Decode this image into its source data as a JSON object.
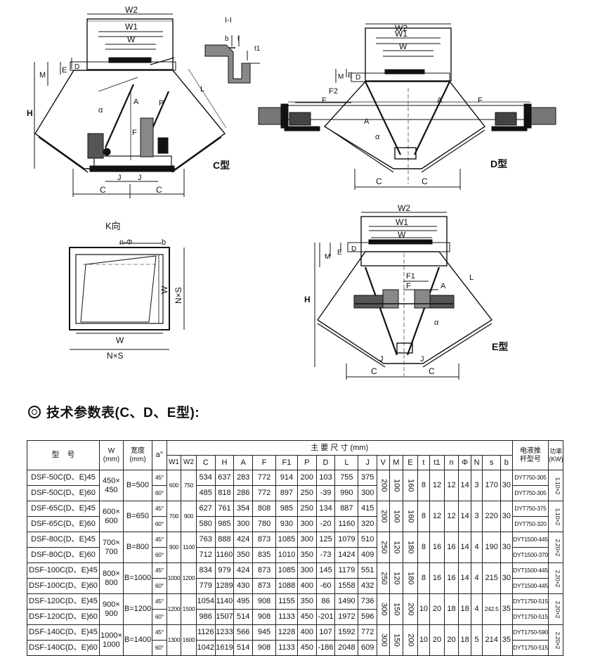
{
  "diagrams": {
    "top_left": {
      "caption": "C型",
      "dims": [
        "W2",
        "W1",
        "W",
        "D",
        "E",
        "M",
        "H",
        "L",
        "α",
        "A",
        "P",
        "F",
        "J",
        "J",
        "C",
        "C"
      ]
    },
    "section": {
      "title": "I-I",
      "dims": [
        "b",
        "t",
        "t1"
      ]
    },
    "top_right": {
      "caption": "D型",
      "dims": [
        "W2",
        "W1",
        "W",
        "D",
        "E",
        "M",
        "F2",
        "F",
        "F",
        "A",
        "A",
        "α",
        "C",
        "C"
      ]
    },
    "bottom_left": {
      "title": "K向",
      "dims": [
        "n-Φ",
        "b",
        "W",
        "N×S",
        "W",
        "N×S"
      ]
    },
    "bottom_right": {
      "caption": "E型",
      "dims": [
        "W2",
        "W1",
        "W",
        "D",
        "E",
        "M",
        "H",
        "L",
        "F1",
        "F",
        "A",
        "α",
        "J",
        "J",
        "C",
        "C"
      ]
    }
  },
  "heading": "技术参数表(C、D、E型):",
  "table": {
    "headers": {
      "model": "型　号",
      "W": "W\n(mm)",
      "width": "宽度\n(mm)",
      "alpha": "a°",
      "main": "主 要 尺 寸 (mm)",
      "W1": "W1",
      "W2": "W2",
      "C": "C",
      "H": "H",
      "A": "A",
      "F": "F",
      "F1": "F1",
      "P": "P",
      "D": "D",
      "L": "L",
      "J": "J",
      "V": "V",
      "M": "M",
      "E": "E",
      "t": "t",
      "t1": "t1",
      "n": "n",
      "phi": "Φ",
      "N": "N",
      "s": "s",
      "b": "b",
      "actuator": "电液推\n杆型号",
      "power": "功率\n(KW)"
    },
    "groups": [
      {
        "w": "450×\n450",
        "width": "B=500",
        "W1": "600",
        "W2": "750",
        "V": "200",
        "M": "100",
        "E": "160",
        "t": "8",
        "t1": "12",
        "n": "12",
        "phi": "14",
        "N": "3",
        "s": "170",
        "b": "30",
        "power": "1.10×2",
        "rows": [
          {
            "model": "DSF-50C(D、E)45",
            "a": "45°",
            "C": "534",
            "H": "637",
            "A": "283",
            "F": "772",
            "F1": "914",
            "P": "200",
            "D": "103",
            "L": "755",
            "J": "375",
            "act": "DYT750-305"
          },
          {
            "model": "DSF-50C(D、E)60",
            "a": "60°",
            "C": "485",
            "H": "818",
            "A": "286",
            "F": "772",
            "F1": "897",
            "P": "250",
            "D": "-39",
            "L": "990",
            "J": "300",
            "act": "DYT750-305"
          }
        ]
      },
      {
        "w": "600×\n600",
        "width": "B=650",
        "W1": "700",
        "W2": "900",
        "V": "200",
        "M": "100",
        "E": "160",
        "t": "8",
        "t1": "12",
        "n": "12",
        "phi": "14",
        "N": "3",
        "s": "220",
        "b": "30",
        "power": "1.10×2",
        "rows": [
          {
            "model": "DSF-65C(D、E)45",
            "a": "45°",
            "C": "627",
            "H": "761",
            "A": "354",
            "F": "808",
            "F1": "985",
            "P": "250",
            "D": "134",
            "L": "887",
            "J": "415",
            "act": "DYT750-375"
          },
          {
            "model": "DSF-65C(D、E)60",
            "a": "60°",
            "C": "580",
            "H": "985",
            "A": "300",
            "F": "780",
            "F1": "930",
            "P": "300",
            "D": "-20",
            "L": "1160",
            "J": "320",
            "act": "DYT750-320"
          }
        ]
      },
      {
        "w": "700×\n700",
        "width": "B=800",
        "W1": "900",
        "W2": "1100",
        "V": "250",
        "M": "120",
        "E": "180",
        "t": "8",
        "t1": "16",
        "n": "16",
        "phi": "14",
        "N": "4",
        "s": "190",
        "b": "30",
        "power": "2.20×2",
        "rows": [
          {
            "model": "DSF-80C(D、E)45",
            "a": "45°",
            "C": "763",
            "H": "888",
            "A": "424",
            "F": "873",
            "F1": "1085",
            "P": "300",
            "D": "125",
            "L": "1079",
            "J": "510",
            "act": "DYT1500-445"
          },
          {
            "model": "DSF-80C(D、E)60",
            "a": "60°",
            "C": "712",
            "H": "1160",
            "A": "350",
            "F": "835",
            "F1": "1010",
            "P": "350",
            "D": "-73",
            "L": "1424",
            "J": "409",
            "act": "DYT1500-370"
          }
        ]
      },
      {
        "w": "800×\n800",
        "width": "B=1000",
        "W1": "1000",
        "W2": "1200",
        "V": "250",
        "M": "120",
        "E": "180",
        "t": "8",
        "t1": "16",
        "n": "16",
        "phi": "14",
        "N": "4",
        "s": "215",
        "b": "30",
        "power": "2.20×2",
        "rows": [
          {
            "model": "DSF-100C(D、E)45",
            "a": "45°",
            "C": "834",
            "H": "979",
            "A": "424",
            "F": "873",
            "F1": "1085",
            "P": "300",
            "D": "145",
            "L": "1179",
            "J": "551",
            "act": "DYT1500-445"
          },
          {
            "model": "DSF-100C(D、E)60",
            "a": "60°",
            "C": "779",
            "H": "1289",
            "A": "430",
            "F": "873",
            "F1": "1088",
            "P": "400",
            "D": "-60",
            "L": "1558",
            "J": "432",
            "act": "DYT1500-445"
          }
        ]
      },
      {
        "w": "900×\n900",
        "width": "B=1200",
        "W1": "1200",
        "W2": "1500",
        "V": "300",
        "M": "150",
        "E": "200",
        "t": "10",
        "t1": "20",
        "n": "18",
        "phi": "18",
        "N": "4",
        "s": "242.5",
        "b": "35",
        "power": "2.20×2",
        "rows": [
          {
            "model": "DSF-120C(D、E)45",
            "a": "45°",
            "C": "1054",
            "H": "1140",
            "A": "495",
            "F": "908",
            "F1": "1155",
            "P": "350",
            "D": "86",
            "L": "1490",
            "J": "736",
            "act": "DYT1750-515"
          },
          {
            "model": "DSF-120C(D、E)60",
            "a": "60°",
            "C": "986",
            "H": "1507",
            "A": "514",
            "F": "908",
            "F1": "1133",
            "P": "450",
            "D": "-201",
            "L": "1972",
            "J": "596",
            "act": "DYT1750-515"
          }
        ]
      },
      {
        "w": "1000×\n1000",
        "width": "B=1400",
        "W1": "1300",
        "W2": "1600",
        "V": "300",
        "M": "150",
        "E": "200",
        "t": "10",
        "t1": "20",
        "n": "20",
        "phi": "18",
        "N": "5",
        "s": "214",
        "b": "35",
        "power": "2.20×2",
        "rows": [
          {
            "model": "DSF-140C(D、E)45",
            "a": "45°",
            "C": "1126",
            "H": "1233",
            "A": "566",
            "F": "945",
            "F1": "1228",
            "P": "400",
            "D": "107",
            "L": "1592",
            "J": "772",
            "act": "DYT1750-590"
          },
          {
            "model": "DSF-140C(D、E)60",
            "a": "60°",
            "C": "1042",
            "H": "1619",
            "A": "514",
            "F": "908",
            "F1": "1133",
            "P": "450",
            "D": "-186",
            "L": "2048",
            "J": "609",
            "act": "DYT1750-515"
          }
        ]
      }
    ]
  }
}
